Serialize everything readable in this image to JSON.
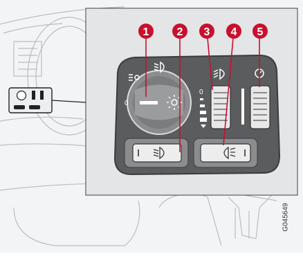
{
  "illustration": {
    "code": "G045649",
    "callouts": [
      "1",
      "2",
      "3",
      "4",
      "5"
    ],
    "knob_position_zero": "0",
    "thumbwheel_zero": "0",
    "icons": [
      "parking-light-icon",
      "low-beam-icon",
      "headlight-switch-icon",
      "front-fog-light-icon",
      "rear-fog-light-icon",
      "headlight-levelling-icon",
      "instrument-dimmer-icon"
    ]
  },
  "colors": {
    "callout": "#c8102e",
    "panel": "#555555",
    "background_sketch": "#eef0f1",
    "panel_frame": "#d8d8d8"
  }
}
